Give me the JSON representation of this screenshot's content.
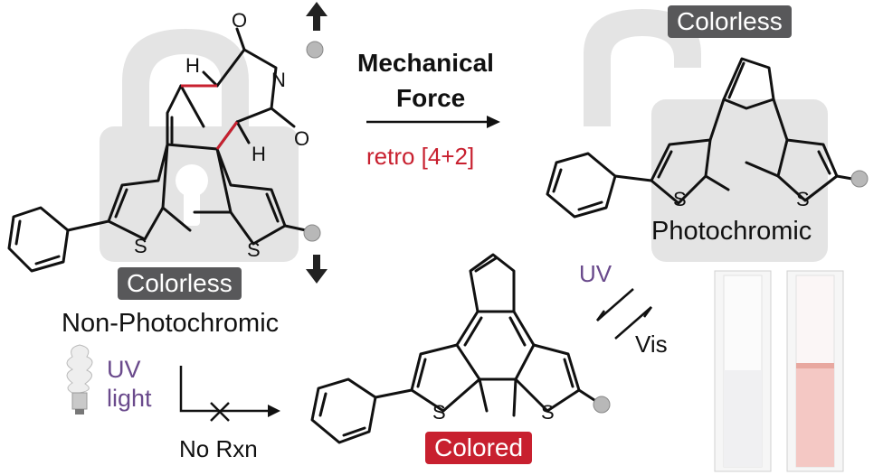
{
  "labels": {
    "mechanical": "Mechanical",
    "force": "Force",
    "retro": "retro [4+2]",
    "colorless_left": "Colorless",
    "non_photochromic": "Non-Photochromic",
    "colorless_right": "Colorless",
    "photochromic": "Photochromic",
    "colored": "Colored",
    "uv_arrow": "UV",
    "vis_arrow": "Vis",
    "uv_light_1": "UV",
    "uv_light_2": "light",
    "no_rxn": "No Rxn"
  },
  "atoms": {
    "oxygen": "O",
    "nitrogen": "N",
    "hydrogen": "H",
    "sulfur": "S"
  },
  "colors": {
    "badge_gray": "#58585a",
    "badge_red": "#c8202f",
    "retro_text": "#c8202f",
    "uv_text": "#6a4a8c",
    "lock_fill": "#e4e4e4",
    "pink_solution": "#f4c8c4"
  },
  "icons": [
    "lock-icon",
    "unlock-icon",
    "force-arrow-up-icon",
    "force-arrow-down-icon",
    "lightbulb-icon",
    "polymer-bead-icon",
    "cuvette-icon"
  ]
}
